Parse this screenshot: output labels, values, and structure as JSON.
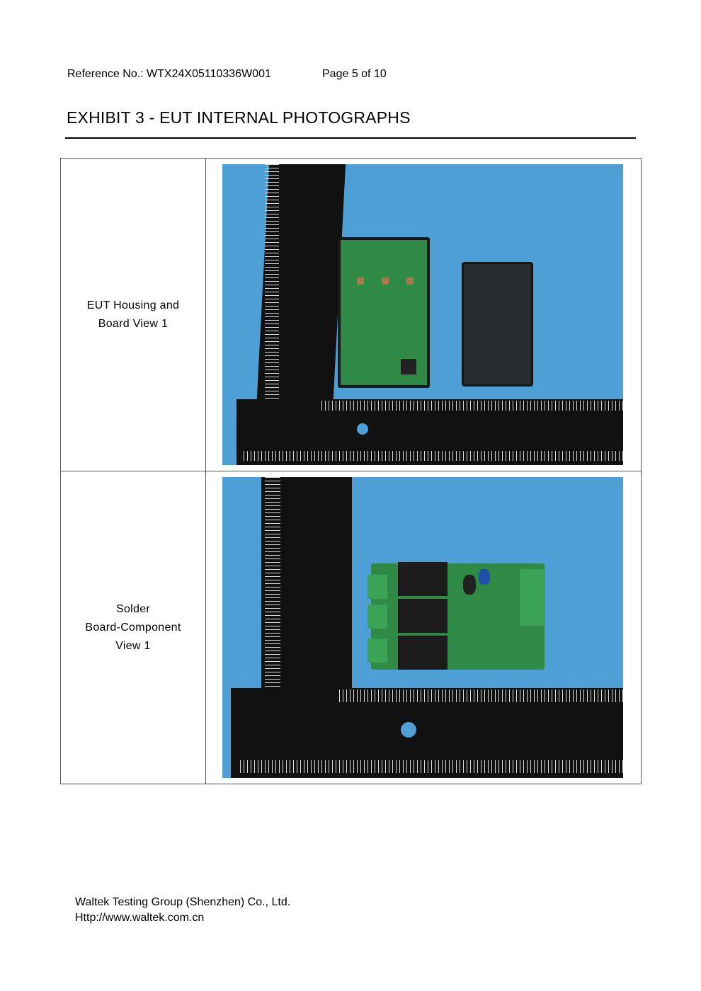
{
  "header": {
    "reference": "Reference No.: WTX24X05110336W001",
    "page": "Page 5 of 10"
  },
  "title": "EXHIBIT 3 - EUT INTERNAL PHOTOGRAPHS",
  "rows": [
    {
      "label_lines": [
        "EUT Housing and",
        "Board View 1"
      ],
      "photo": "housing-and-board-photo"
    },
    {
      "label_lines": [
        "Solder",
        "Board-Component",
        "View 1"
      ],
      "photo": "solder-board-component-photo"
    }
  ],
  "footer": {
    "company": "Waltek Testing Group (Shenzhen) Co., Ltd.",
    "url": "Http://www.waltek.com.cn"
  }
}
